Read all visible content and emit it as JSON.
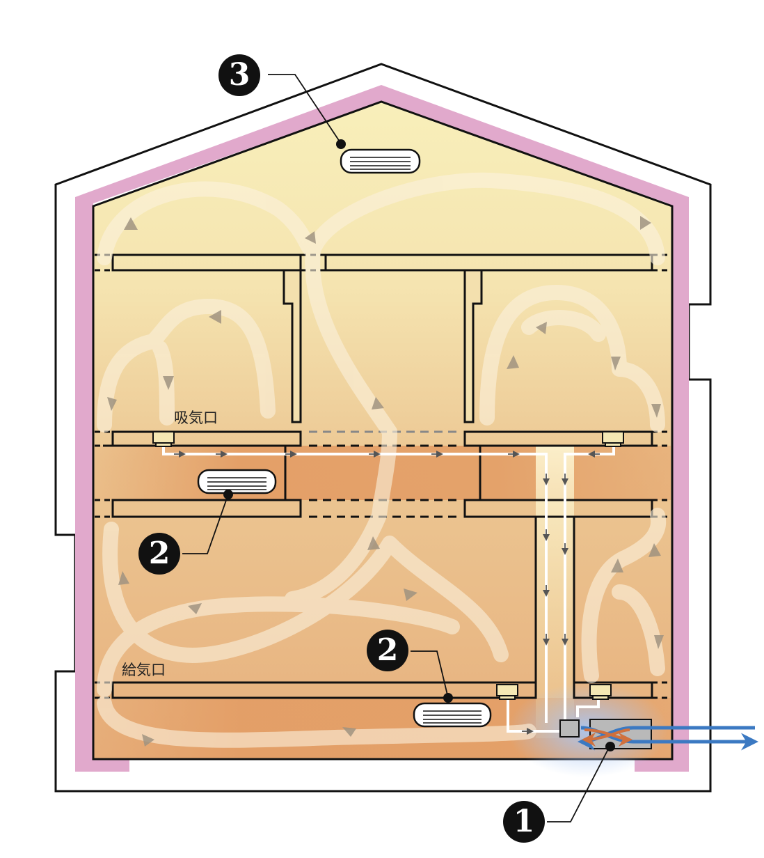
{
  "labels": {
    "intake": "吸気口",
    "supply": "給気口"
  },
  "markers": {
    "ventilation_unit": "1",
    "air_conditioner_floor": "2",
    "air_conditioner_mid": "2",
    "air_conditioner_attic": "3"
  },
  "colors": {
    "insulation": "#e1a9cc",
    "interior_light": "#f8efb9",
    "interior_mid": "#efcc94",
    "interior_warm": "#e39e66",
    "duct": "#ffffff",
    "outdoor_air_arrow": "#3b79c2",
    "exhaust_arrow": "#d0703d",
    "airflow_band": "#fbf1dd"
  }
}
